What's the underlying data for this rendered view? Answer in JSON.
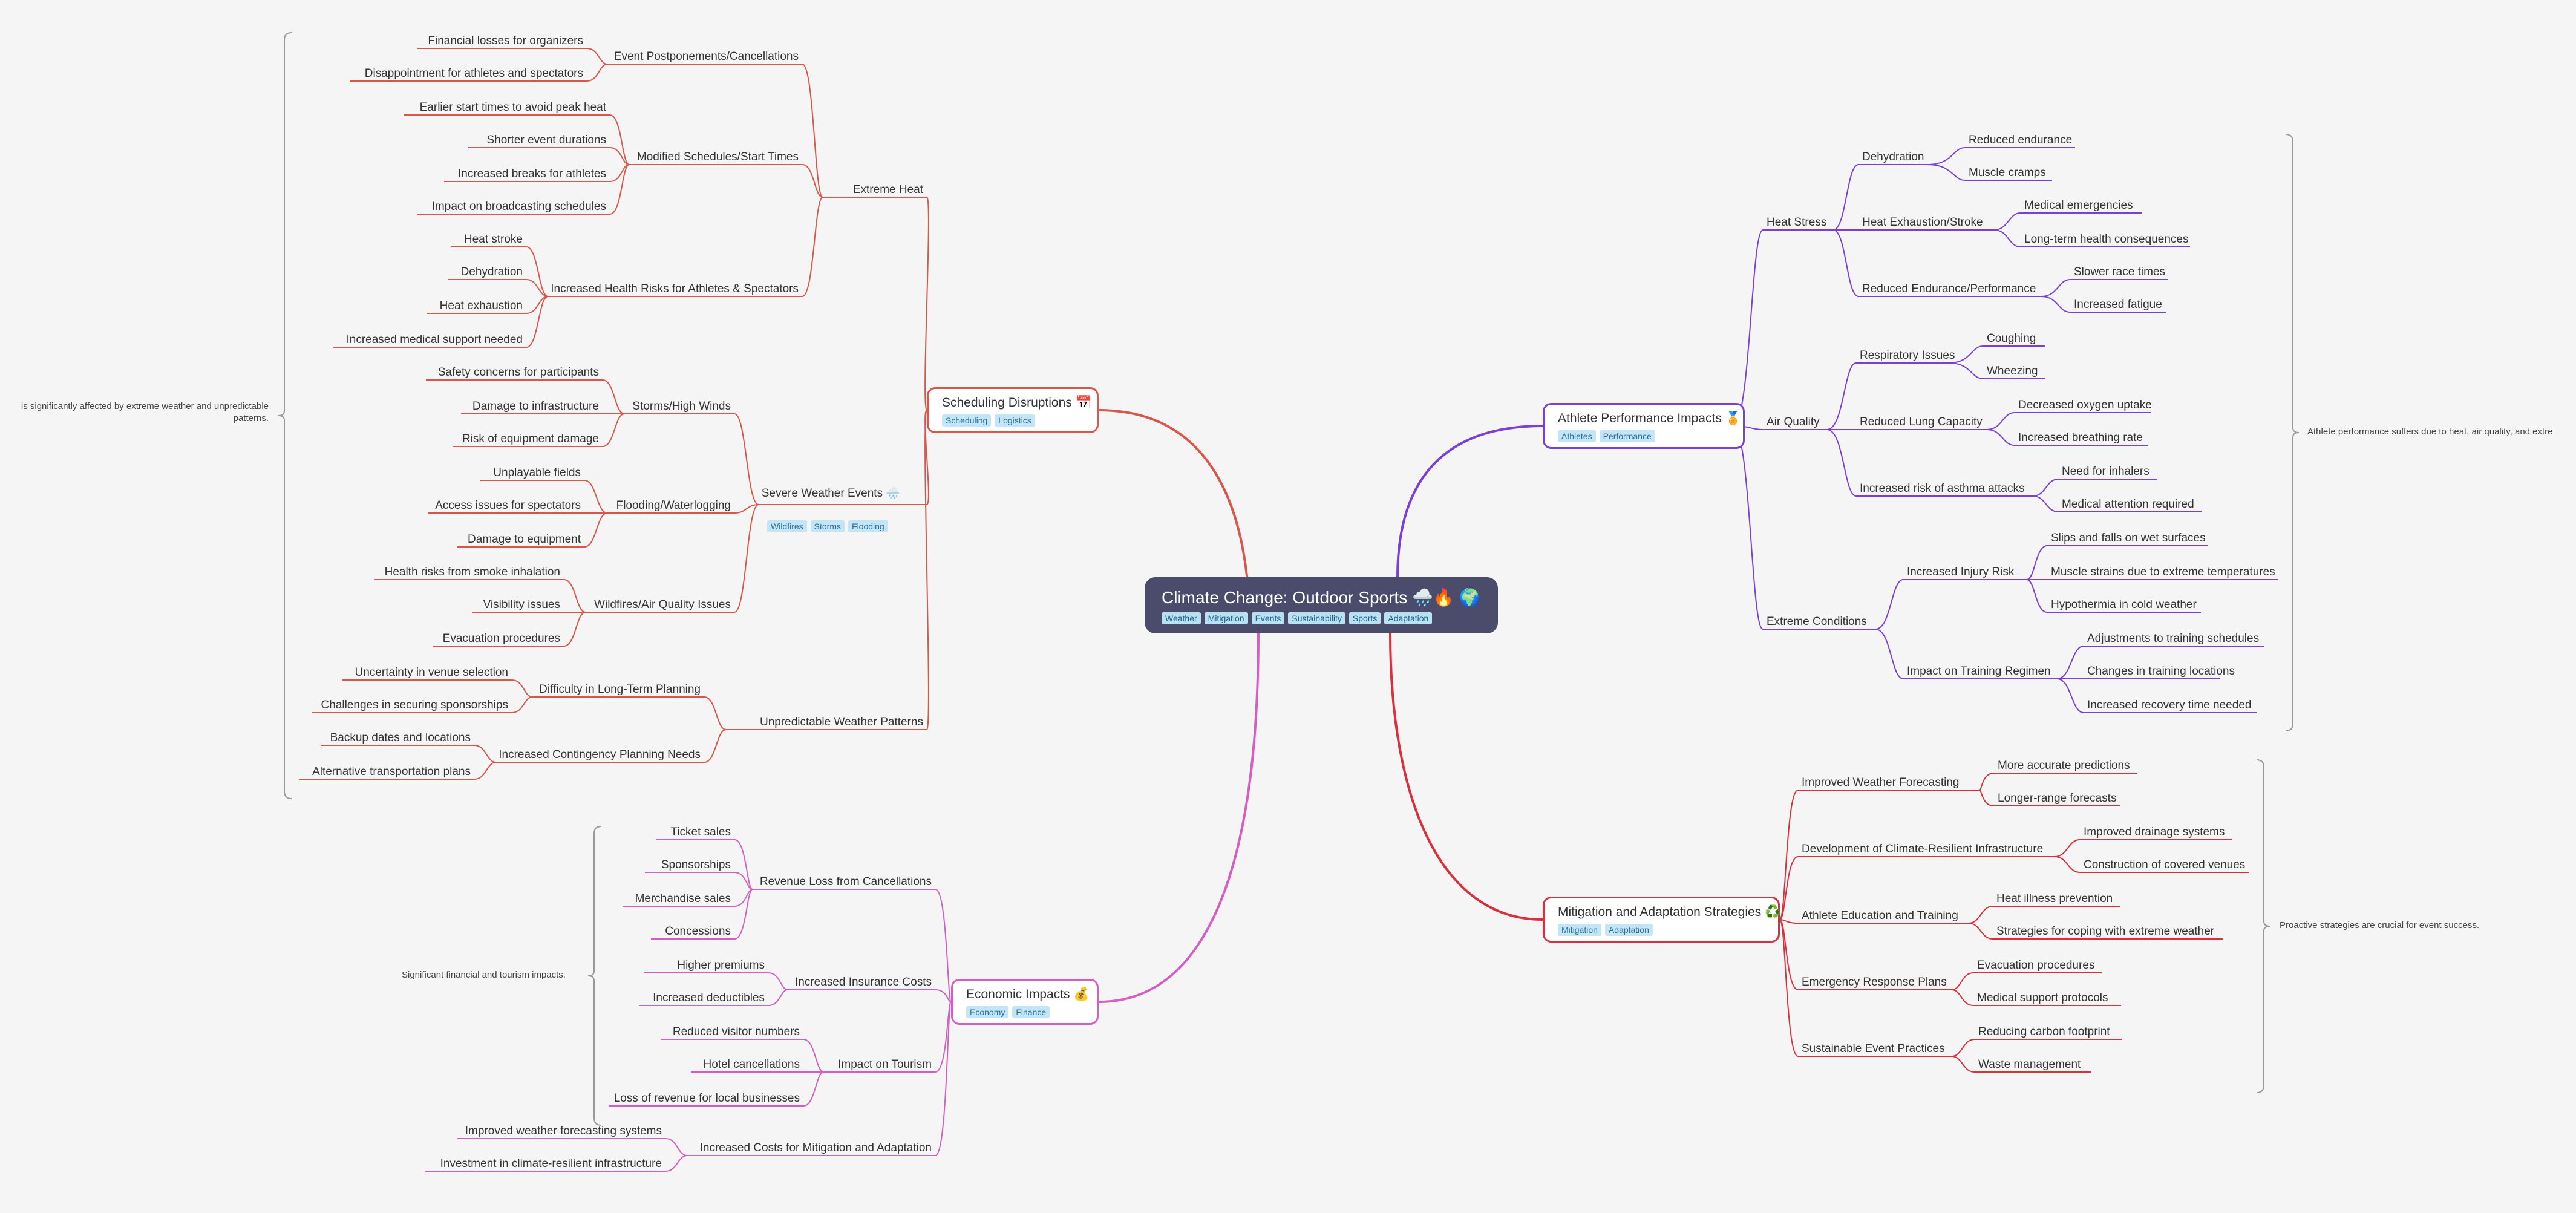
{
  "root": {
    "title": "Climate Change: Outdoor Sports 🌧️🔥 🌍",
    "tags": [
      "Weather",
      "Mitigation",
      "Events",
      "Sustainability",
      "Sports",
      "Adaptation"
    ]
  },
  "colors": {
    "scheduling": "#d9564b",
    "economic": "#d45ec1",
    "athlete": "#7a3fd8",
    "mitigation": "#d9303c",
    "bracket": "#999999"
  },
  "branches": {
    "scheduling": {
      "title": "Scheduling Disruptions 📅",
      "tags": [
        "Scheduling",
        "Logistics"
      ],
      "summary": "is significantly affected by extreme weather and unpredictable patterns.",
      "extreme_heat": {
        "label": "Extreme Heat",
        "event_postponements": {
          "label": "Event Postponements/Cancellations",
          "items": [
            "Financial losses for organizers",
            "Disappointment for athletes and spectators"
          ]
        },
        "modified_schedules": {
          "label": "Modified Schedules/Start Times",
          "items": [
            "Earlier start times to avoid peak heat",
            "Shorter event durations",
            "Increased breaks for athletes",
            "Impact on broadcasting schedules"
          ]
        },
        "health_risks": {
          "label": "Increased Health Risks for Athletes & Spectators",
          "items": [
            "Heat stroke",
            "Dehydration",
            "Heat exhaustion",
            "Increased medical support needed"
          ]
        }
      },
      "severe_weather": {
        "label": "Severe Weather Events 🌧️",
        "tags": [
          "Wildfires",
          "Storms",
          "Flooding"
        ],
        "storms": {
          "label": "Storms/High Winds",
          "items": [
            "Safety concerns for participants",
            "Damage to infrastructure",
            "Risk of equipment damage"
          ]
        },
        "flooding": {
          "label": "Flooding/Waterlogging",
          "items": [
            "Unplayable fields",
            "Access issues for spectators",
            "Damage to equipment"
          ]
        },
        "wildfires": {
          "label": "Wildfires/Air Quality Issues",
          "items": [
            "Health risks from smoke inhalation",
            "Visibility issues",
            "Evacuation procedures"
          ]
        }
      },
      "unpredictable": {
        "label": "Unpredictable Weather Patterns",
        "long_term": {
          "label": "Difficulty in Long-Term Planning",
          "items": [
            "Uncertainty in venue selection",
            "Challenges in securing sponsorships"
          ]
        },
        "contingency": {
          "label": "Increased Contingency Planning Needs",
          "items": [
            "Backup dates and locations",
            "Alternative transportation plans"
          ]
        }
      }
    },
    "economic": {
      "title": "Economic Impacts 💰",
      "tags": [
        "Economy",
        "Finance"
      ],
      "summary": "Significant financial and tourism impacts.",
      "revenue_loss": {
        "label": "Revenue Loss from Cancellations",
        "items": [
          "Ticket sales",
          "Sponsorships",
          "Merchandise sales",
          "Concessions"
        ]
      },
      "insurance": {
        "label": "Increased Insurance Costs",
        "items": [
          "Higher premiums",
          "Increased deductibles"
        ]
      },
      "tourism": {
        "label": "Impact on Tourism",
        "items": [
          "Reduced visitor numbers",
          "Hotel cancellations",
          "Loss of revenue for local businesses"
        ]
      },
      "costs": {
        "label": "Increased Costs for Mitigation and Adaptation",
        "items": [
          "Improved weather forecasting systems",
          "Investment in climate-resilient infrastructure"
        ]
      }
    },
    "athlete": {
      "title": "Athlete Performance Impacts 🏅",
      "tags": [
        "Athletes",
        "Performance"
      ],
      "summary": "Athlete performance suffers due to heat, air quality, and extre",
      "heat_stress": {
        "label": "Heat Stress",
        "dehydration": {
          "label": "Dehydration",
          "items": [
            "Reduced endurance",
            "Muscle cramps"
          ]
        },
        "heat_exhaustion": {
          "label": "Heat Exhaustion/Stroke",
          "items": [
            "Medical emergencies",
            "Long-term health consequences"
          ]
        },
        "reduced_endurance": {
          "label": "Reduced Endurance/Performance",
          "items": [
            "Slower race times",
            "Increased fatigue"
          ]
        }
      },
      "air_quality": {
        "label": "Air Quality",
        "respiratory": {
          "label": "Respiratory Issues",
          "items": [
            "Coughing",
            "Wheezing"
          ]
        },
        "lung_capacity": {
          "label": "Reduced Lung Capacity",
          "items": [
            "Decreased oxygen uptake",
            "Increased breathing rate"
          ]
        },
        "asthma": {
          "label": "Increased risk of asthma attacks",
          "items": [
            "Need for inhalers",
            "Medical attention required"
          ]
        }
      },
      "extreme_conditions": {
        "label": "Extreme Conditions",
        "injury": {
          "label": "Increased Injury Risk",
          "items": [
            "Slips and falls on wet surfaces",
            "Muscle strains due to extreme temperatures",
            "Hypothermia in cold weather"
          ]
        },
        "training": {
          "label": "Impact on Training Regimen",
          "items": [
            "Adjustments to training schedules",
            "Changes in training locations",
            "Increased recovery time needed"
          ]
        }
      }
    },
    "mitigation": {
      "title": "Mitigation and Adaptation Strategies ♻️",
      "tags": [
        "Mitigation",
        "Adaptation"
      ],
      "summary": "Proactive strategies are crucial for event success.",
      "forecasting": {
        "label": "Improved Weather Forecasting",
        "items": [
          "More accurate predictions",
          "Longer-range forecasts"
        ]
      },
      "infrastructure": {
        "label": "Development of Climate-Resilient Infrastructure",
        "items": [
          "Improved drainage systems",
          "Construction of covered venues"
        ]
      },
      "education": {
        "label": "Athlete Education and Training",
        "items": [
          "Heat illness prevention",
          "Strategies for coping with extreme weather"
        ]
      },
      "emergency": {
        "label": "Emergency Response Plans",
        "items": [
          "Evacuation procedures",
          "Medical support protocols"
        ]
      },
      "sustainable": {
        "label": "Sustainable Event Practices",
        "items": [
          "Reducing carbon footprint",
          "Waste management"
        ]
      }
    }
  }
}
